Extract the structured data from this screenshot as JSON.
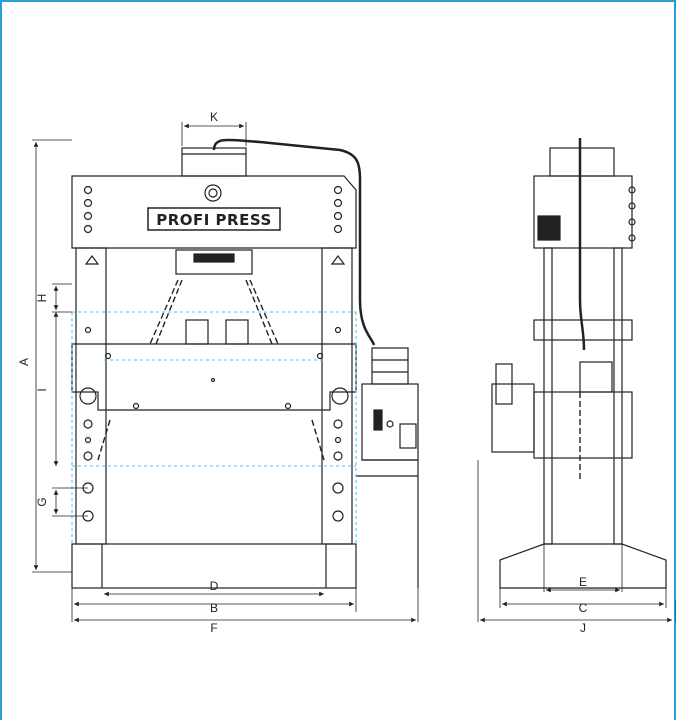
{
  "drawing": {
    "brand_plate": "PROFI PRESS",
    "front_dimensions": {
      "A": "A",
      "B": "B",
      "D": "D",
      "F": "F",
      "G": "G",
      "H": "H",
      "I": "I",
      "K": "K"
    },
    "side_dimensions": {
      "C": "C",
      "E": "E",
      "J": "J"
    }
  },
  "colors": {
    "frame": "#2a9fd6",
    "line": "#222222",
    "dash": "#5ab8e0"
  }
}
